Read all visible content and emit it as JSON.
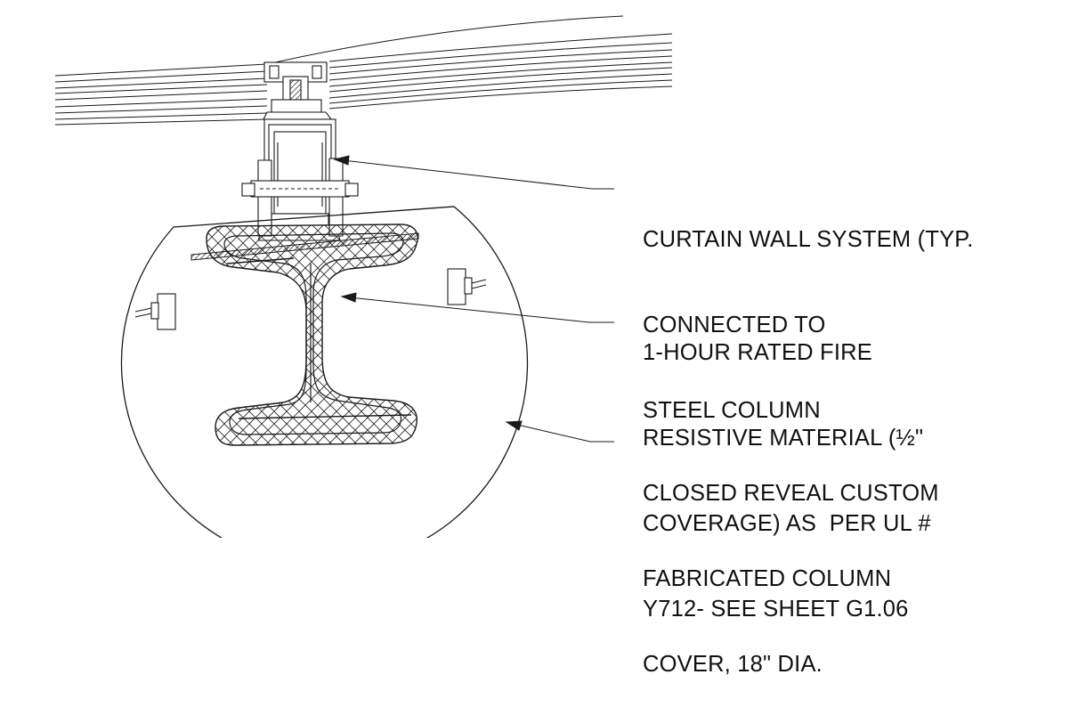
{
  "annotations": [
    {
      "id": "curtain-wall",
      "lines": [
        "CURTAIN WALL SYSTEM (TYP.",
        "CONNECTED TO",
        "STEEL COLUMN"
      ]
    },
    {
      "id": "fire-resistive",
      "lines": [
        "1-HOUR RATED FIRE",
        "RESISTIVE MATERIAL (½\"",
        "COVERAGE) AS  PER UL #",
        "Y712- SEE SHEET G1.06"
      ]
    },
    {
      "id": "column-cover",
      "lines": [
        "CLOSED REVEAL CUSTOM",
        "FABRICATED COLUMN",
        "COVER, 18\" DIA."
      ]
    }
  ],
  "colors": {
    "line": "#1a1a1a",
    "background": "#ffffff"
  }
}
